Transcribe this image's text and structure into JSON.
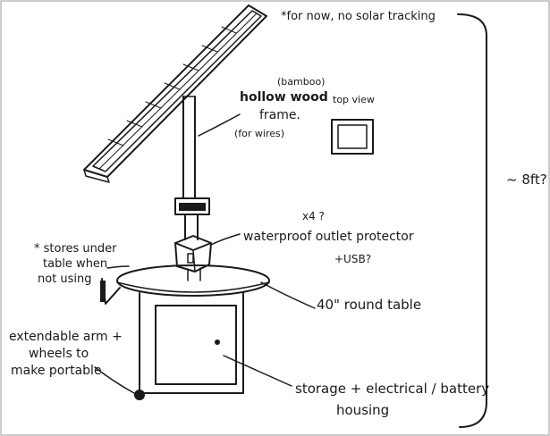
{
  "notes": {
    "solar_tracking": "*for now, no solar tracking",
    "bamboo": "(bamboo)",
    "frame_line1": "hollow wood",
    "frame_line2": "frame.",
    "for_wires": "(for wires)",
    "top_view": "top view",
    "height": "~ 8ft?",
    "times_four": "x4 ?",
    "outlet_protector": "waterproof outlet protector",
    "usb": "+USB?",
    "stores_line1": "* stores under",
    "stores_line2": "table when",
    "stores_line3": "not using",
    "table": "40\" round table",
    "arm_line1": "extendable arm +",
    "arm_line2": "wheels to",
    "arm_line3": "make portable",
    "storage_line1": "storage + electrical / battery",
    "storage_line2": "housing"
  }
}
